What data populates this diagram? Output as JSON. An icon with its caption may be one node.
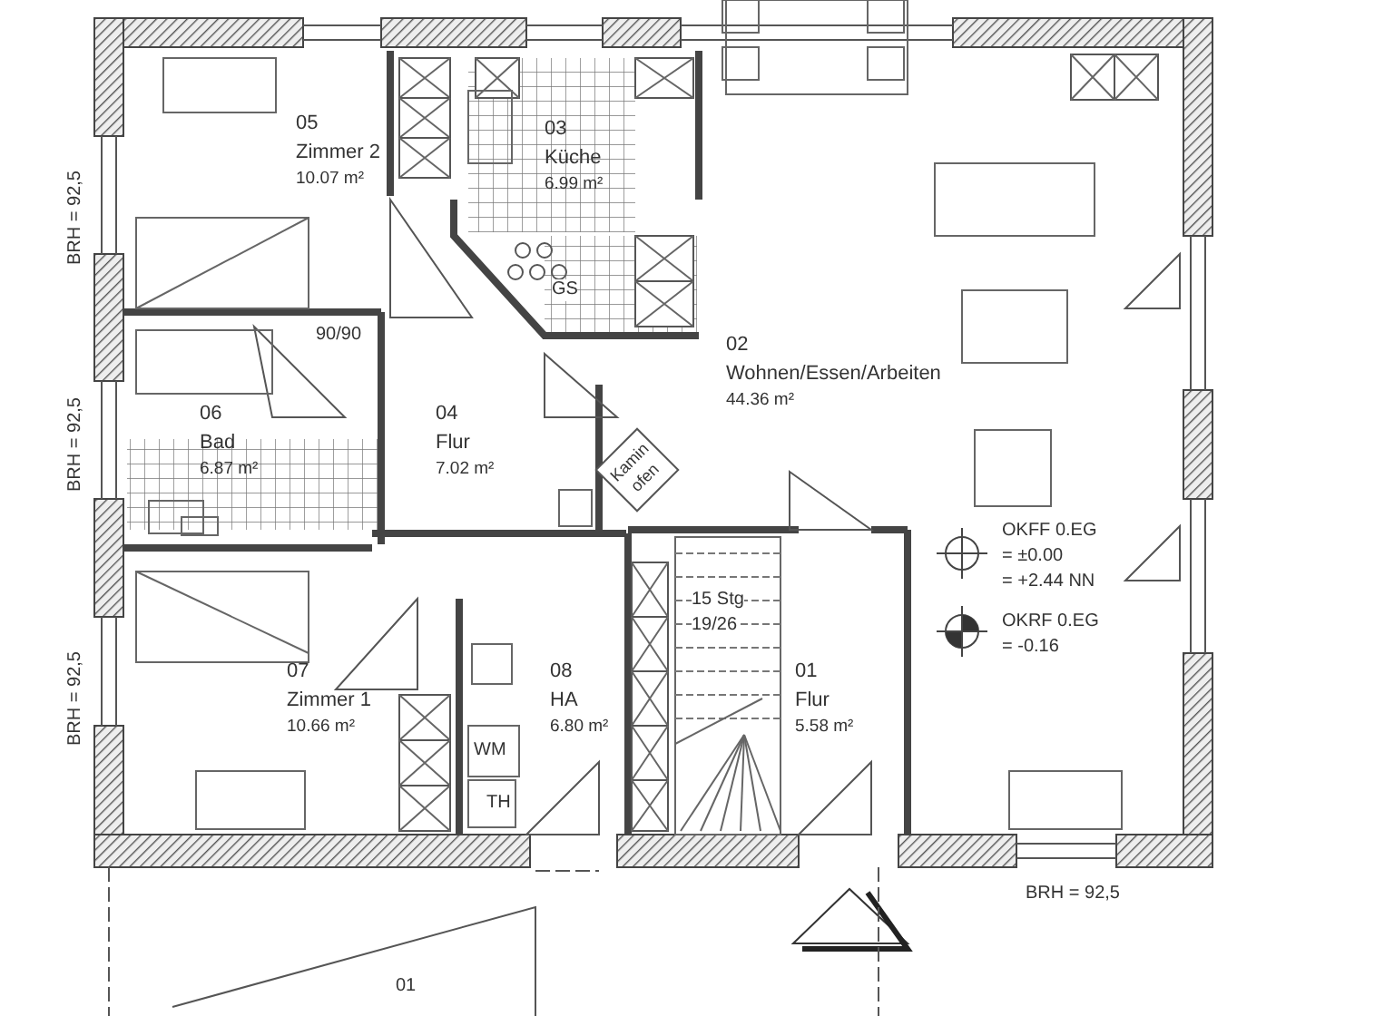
{
  "diagram": {
    "nodes": [
      {
        "text": [
          "05",
          "Zimmer 2",
          "10.07 m²"
        ]
      },
      {
        "text": [
          "03",
          "Küche",
          "6.99 m²"
        ]
      },
      {
        "text": [
          "02",
          "Wohnen/Essen/Arbeiten",
          "44.36 m²"
        ]
      },
      {
        "text": [
          "06",
          "Bad",
          "6.87 m²"
        ]
      },
      {
        "text": [
          "04",
          "Flur",
          "7.02 m²"
        ]
      },
      {
        "text": [
          "07",
          "Zimmer 1",
          "10.66 m²"
        ]
      },
      {
        "text": [
          "08",
          "HA",
          "6.80 m²"
        ]
      },
      {
        "text": [
          "01",
          "Flur",
          "5.58 m²"
        ]
      }
    ],
    "labels": [
      "BRH = 92,5",
      "GS",
      "90/90",
      "BRH = 92,5",
      "Kamin ofen",
      "OKFF 0.EG",
      "= ±0.00",
      "= +2.44  NN",
      "15 Stg",
      "19/26",
      "OKRF 0.EG",
      "= -0.16",
      "BRH = 92,5",
      "WM",
      "TH",
      "BRH = 92,5",
      "01"
    ]
  }
}
